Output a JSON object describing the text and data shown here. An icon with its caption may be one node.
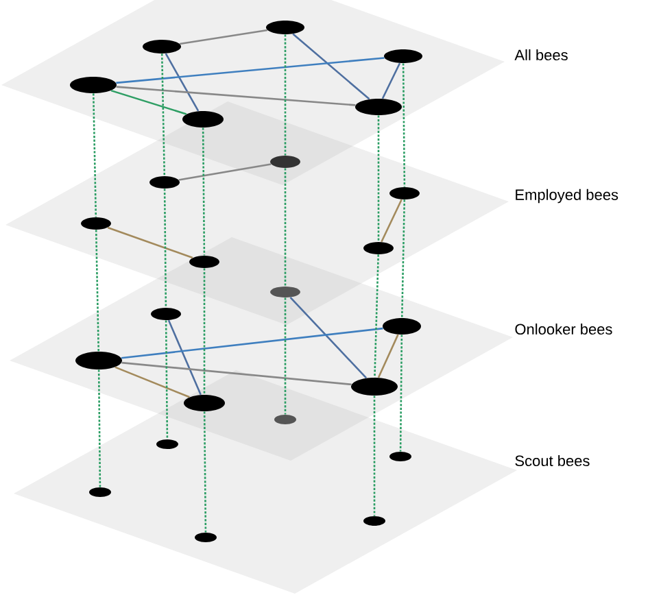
{
  "diagram": {
    "nodes": [
      {
        "text": [],
        "shape": "circle"
      },
      {
        "text": [],
        "shape": "circle"
      },
      {
        "text": [],
        "shape": "circle"
      },
      {
        "text": [],
        "shape": "circle"
      },
      {
        "text": [],
        "shape": "circle"
      },
      {
        "text": [],
        "shape": "circle"
      },
      {
        "text": [],
        "shape": "circle"
      },
      {
        "text": [],
        "shape": "circle"
      },
      {
        "text": [],
        "shape": "circle"
      },
      {
        "text": [],
        "shape": "circle"
      },
      {
        "text": [],
        "shape": "circle"
      },
      {
        "text": [],
        "shape": "circle"
      },
      {
        "text": [],
        "shape": "circle"
      },
      {
        "text": [],
        "shape": "circle"
      },
      {
        "text": [],
        "shape": "circle"
      },
      {
        "text": [],
        "shape": "circle"
      },
      {
        "text": [],
        "shape": "circle"
      },
      {
        "text": [],
        "shape": "circle"
      },
      {
        "text": [],
        "shape": "circle"
      },
      {
        "text": [],
        "shape": "circle"
      },
      {
        "text": [],
        "shape": "circle"
      },
      {
        "text": [],
        "shape": "circle"
      },
      {
        "text": [],
        "shape": "circle"
      },
      {
        "text": [],
        "shape": "circle"
      }
    ],
    "edges": [
      {
        "from": 1,
        "to": 3,
        "arrow": "none",
        "color": "#888888"
      },
      {
        "from": 3,
        "to": 4,
        "arrow": "none",
        "color": "#4e6fa0"
      },
      {
        "from": 1,
        "to": 2,
        "arrow": "none",
        "color": "#4e6fa0"
      },
      {
        "from": 0,
        "to": 5,
        "arrow": "none",
        "color": "#3f7fbf"
      },
      {
        "from": 0,
        "to": 4,
        "arrow": "none",
        "color": "#888888"
      },
      {
        "from": 0,
        "to": 2,
        "arrow": "none",
        "color": "#2e9e64"
      },
      {
        "from": 5,
        "to": 4,
        "arrow": "none",
        "color": "#4e6fa0"
      },
      {
        "from": 7,
        "to": 9,
        "arrow": "none",
        "color": "#888888"
      },
      {
        "from": 6,
        "to": 8,
        "arrow": "none",
        "color": "#a38a5c"
      },
      {
        "from": 10,
        "to": 11,
        "arrow": "none",
        "color": "#a38a5c"
      },
      {
        "from": 13,
        "to": 14,
        "arrow": "none",
        "color": "#4e6fa0"
      },
      {
        "from": 15,
        "to": 16,
        "arrow": "none",
        "color": "#4e6fa0"
      },
      {
        "from": 12,
        "to": 17,
        "arrow": "none",
        "color": "#3f7fbf"
      },
      {
        "from": 12,
        "to": 16,
        "arrow": "none",
        "color": "#888888"
      },
      {
        "from": 12,
        "to": 14,
        "arrow": "none",
        "color": "#a38a5c"
      },
      {
        "from": 17,
        "to": 16,
        "arrow": "none",
        "color": "#a38a5c"
      },
      {
        "from": 0,
        "to": 6,
        "arrow": "none",
        "style": "dashed"
      },
      {
        "from": 6,
        "to": 12,
        "arrow": "none",
        "style": "dashed"
      },
      {
        "from": 12,
        "to": 18,
        "arrow": "none",
        "style": "dashed"
      },
      {
        "from": 1,
        "to": 7,
        "arrow": "none",
        "style": "dashed"
      },
      {
        "from": 7,
        "to": 13,
        "arrow": "none",
        "style": "dashed"
      },
      {
        "from": 13,
        "to": 19,
        "arrow": "none",
        "style": "dashed"
      },
      {
        "from": 2,
        "to": 8,
        "arrow": "none",
        "style": "dashed"
      },
      {
        "from": 8,
        "to": 14,
        "arrow": "none",
        "style": "dashed"
      },
      {
        "from": 14,
        "to": 20,
        "arrow": "none",
        "style": "dashed"
      },
      {
        "from": 3,
        "to": 9,
        "arrow": "none",
        "style": "dashed"
      },
      {
        "from": 9,
        "to": 15,
        "arrow": "none",
        "style": "dashed"
      },
      {
        "from": 15,
        "to": 21,
        "arrow": "none",
        "style": "dashed"
      },
      {
        "from": 4,
        "to": 10,
        "arrow": "none",
        "style": "dashed"
      },
      {
        "from": 10,
        "to": 16,
        "arrow": "none",
        "style": "dashed"
      },
      {
        "from": 16,
        "to": 22,
        "arrow": "none",
        "style": "dashed"
      },
      {
        "from": 5,
        "to": 11,
        "arrow": "none",
        "style": "dashed"
      },
      {
        "from": 11,
        "to": 17,
        "arrow": "none",
        "style": "dashed"
      },
      {
        "from": 17,
        "to": 23,
        "arrow": "none",
        "style": "dashed"
      }
    ],
    "labels": [
      "All bees",
      "Employed bees",
      "Onlooker bees",
      "Scout bees"
    ]
  }
}
